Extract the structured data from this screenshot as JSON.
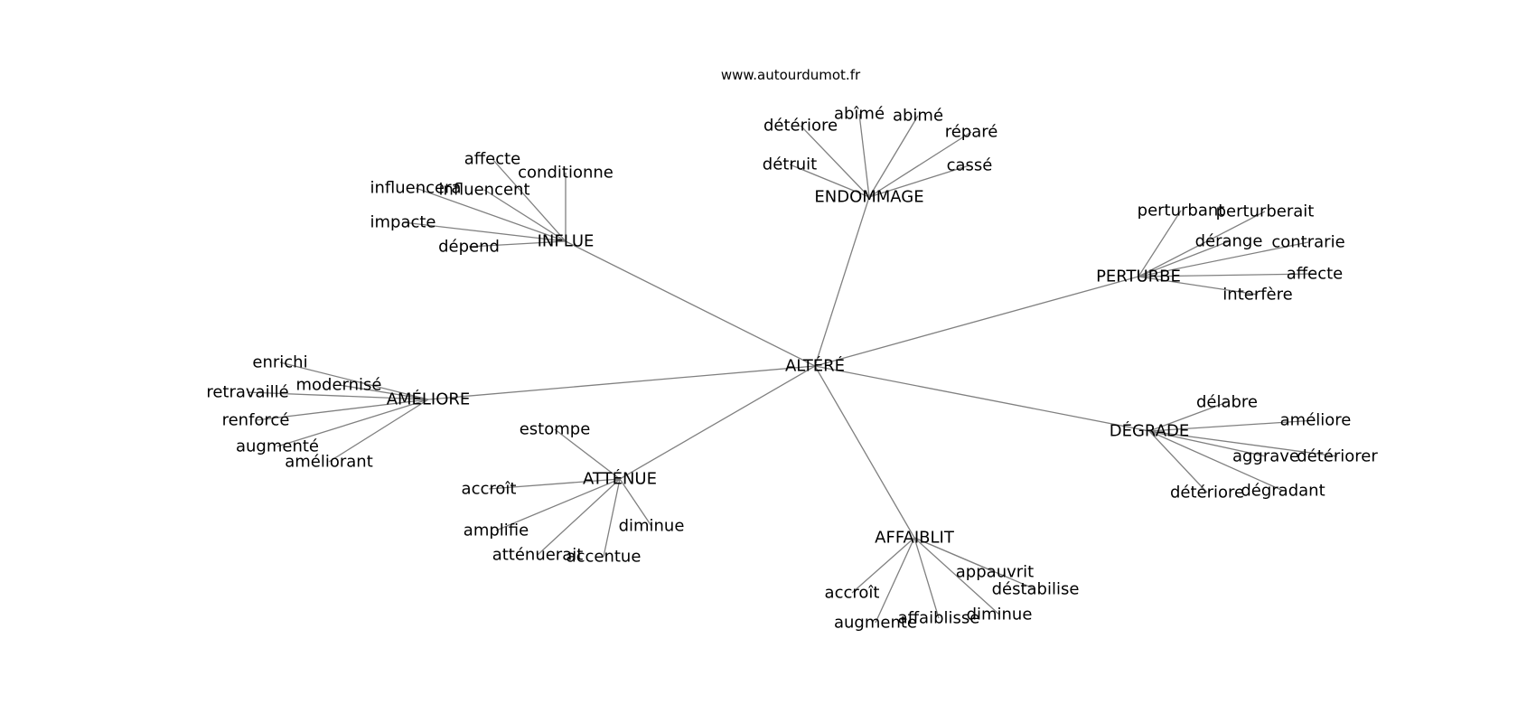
{
  "header": {
    "site_url": "www.autourdumot.fr"
  },
  "graph": {
    "center": {
      "word": "ALTÉRÉ"
    },
    "clusters": [
      {
        "hub": "INFLUE",
        "leaves": [
          "affecte",
          "conditionne",
          "influencera",
          "influencent",
          "impacte",
          "dépend"
        ]
      },
      {
        "hub": "ENDOMMAGE",
        "leaves": [
          "détériore",
          "abîmé",
          "abimé",
          "réparé",
          "détruit",
          "cassé"
        ]
      },
      {
        "hub": "PERTURBE",
        "leaves": [
          "perturbant",
          "perturberait",
          "dérange",
          "contrarie",
          "affecte",
          "interfère"
        ]
      },
      {
        "hub": "AMÉLIORE",
        "leaves": [
          "enrichi",
          "modernisé",
          "retravaillé",
          "renforcé",
          "augmenté",
          "améliorant"
        ]
      },
      {
        "hub": "DÉGRADE",
        "leaves": [
          "délabre",
          "améliore",
          "aggrave",
          "détériorer",
          "détériore",
          "dégradant"
        ]
      },
      {
        "hub": "ATTÉNUE",
        "leaves": [
          "estompe",
          "accroît",
          "amplifie",
          "diminue",
          "atténuerait",
          "accentue"
        ]
      },
      {
        "hub": "AFFAIBLIT",
        "leaves": [
          "appauvrit",
          "déstabilise",
          "accroît",
          "augmente",
          "affaiblisse",
          "diminue"
        ]
      }
    ]
  }
}
